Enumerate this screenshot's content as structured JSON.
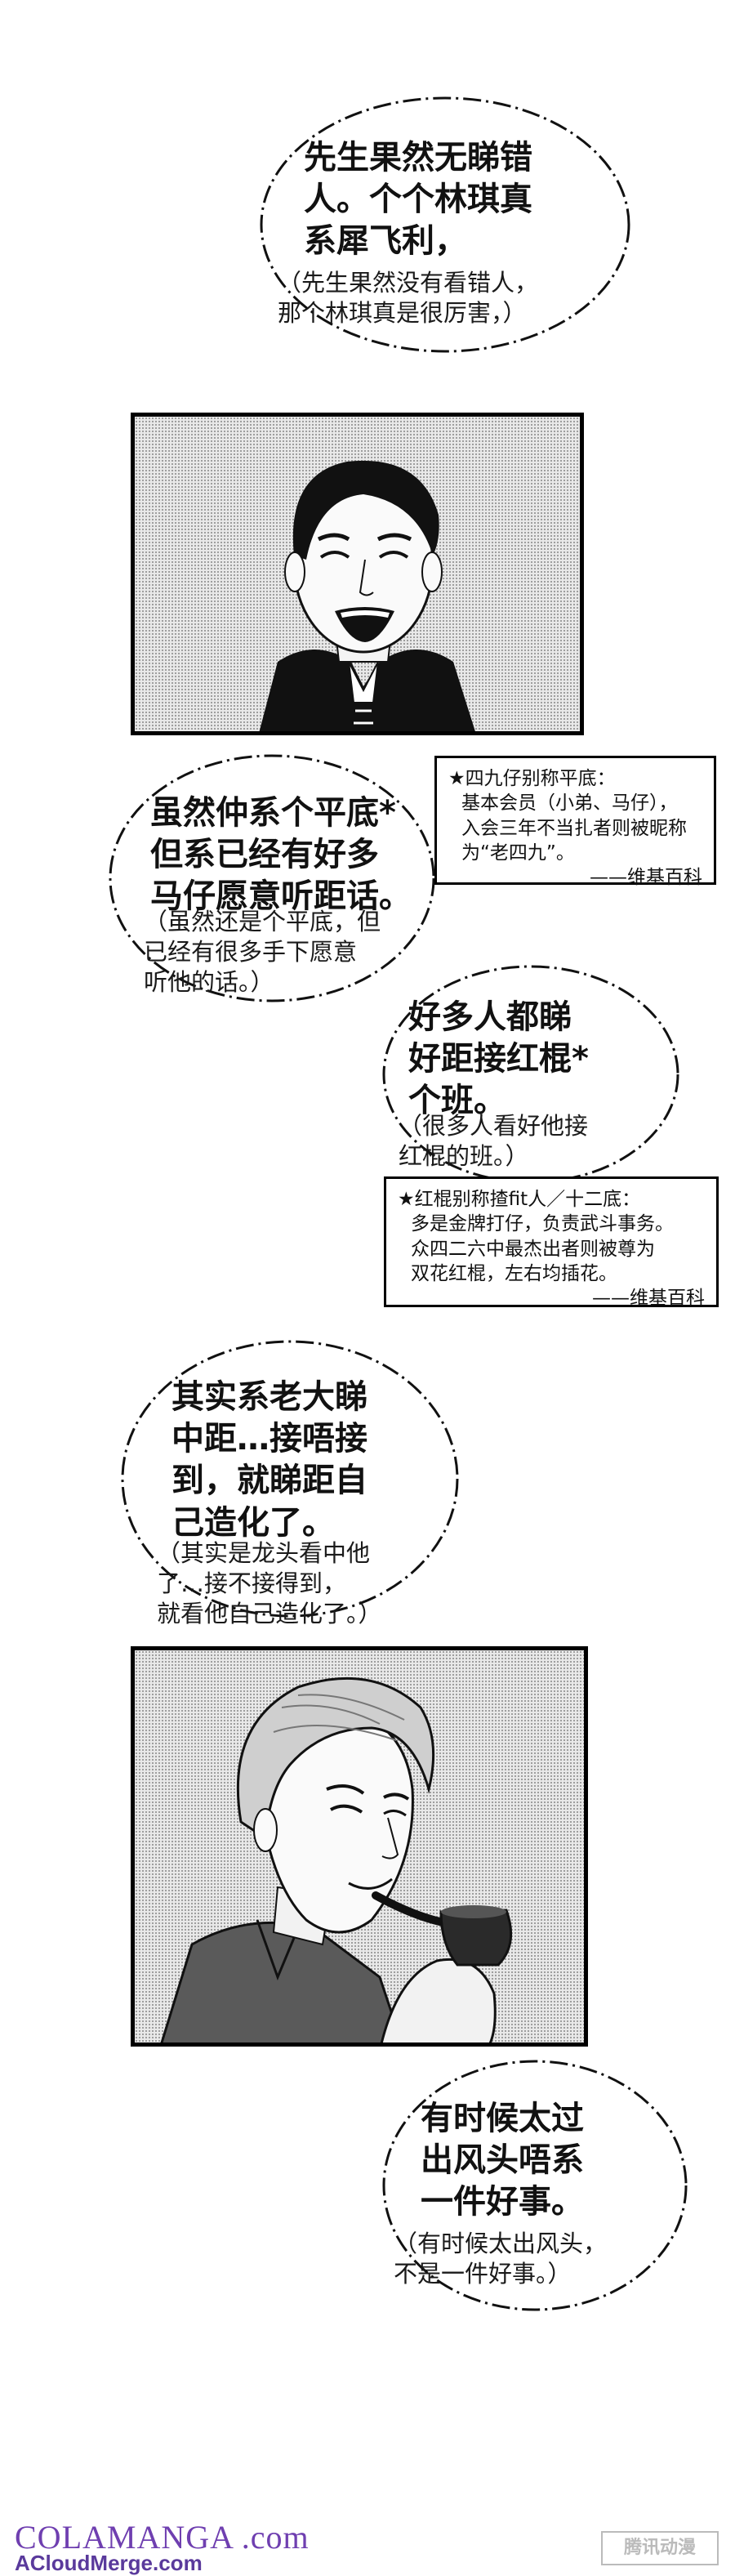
{
  "bubbles": [
    {
      "main": [
        "先生果然无睇错",
        "人。个个林琪真",
        "系犀飞利，"
      ],
      "trans": [
        "（先生果然没有看错人，",
        "那个林琪真是很厉害，）"
      ]
    },
    {
      "main": [
        "虽然仲系个平底*",
        "但系已经有好多",
        "马仔愿意听距话。"
      ],
      "trans": [
        "（虽然还是个平底，但",
        "已经有很多手下愿意",
        "听他的话。）"
      ]
    },
    {
      "main": [
        "好多人都睇",
        "好距接红棍*",
        "个班。"
      ],
      "trans": [
        "（很多人看好他接",
        "红棍的班。）"
      ]
    },
    {
      "main": [
        "其实系老大睇",
        "中距…接唔接",
        "到，就睇距自",
        "己造化了。"
      ],
      "trans": [
        "（其实是龙头看中他",
        "了…接不接得到，",
        "就看他自己造化了。）"
      ]
    },
    {
      "main": [
        "有时候太过",
        "出风头唔系",
        "一件好事。"
      ],
      "trans": [
        "（有时候太出风头，",
        "不是一件好事。）"
      ]
    }
  ],
  "notes": [
    {
      "lines": [
        "★四九仔别称平底：",
        "基本会员（小弟、马仔），",
        "入会三年不当扎者则被昵称",
        "为“老四九”。"
      ],
      "source": "——维基百科"
    },
    {
      "lines": [
        "★红棍别称揸fit人／十二底：",
        "多是金牌打仔，负责武斗事务。",
        "众四二六中最杰出者则被尊为",
        "双花红棍，左右均插花。"
      ],
      "source": "——维基百科"
    }
  ],
  "watermark": {
    "brand": "COLAMANGA .com",
    "site": "ACloudMerge.com",
    "badge": "腾讯动漫"
  }
}
